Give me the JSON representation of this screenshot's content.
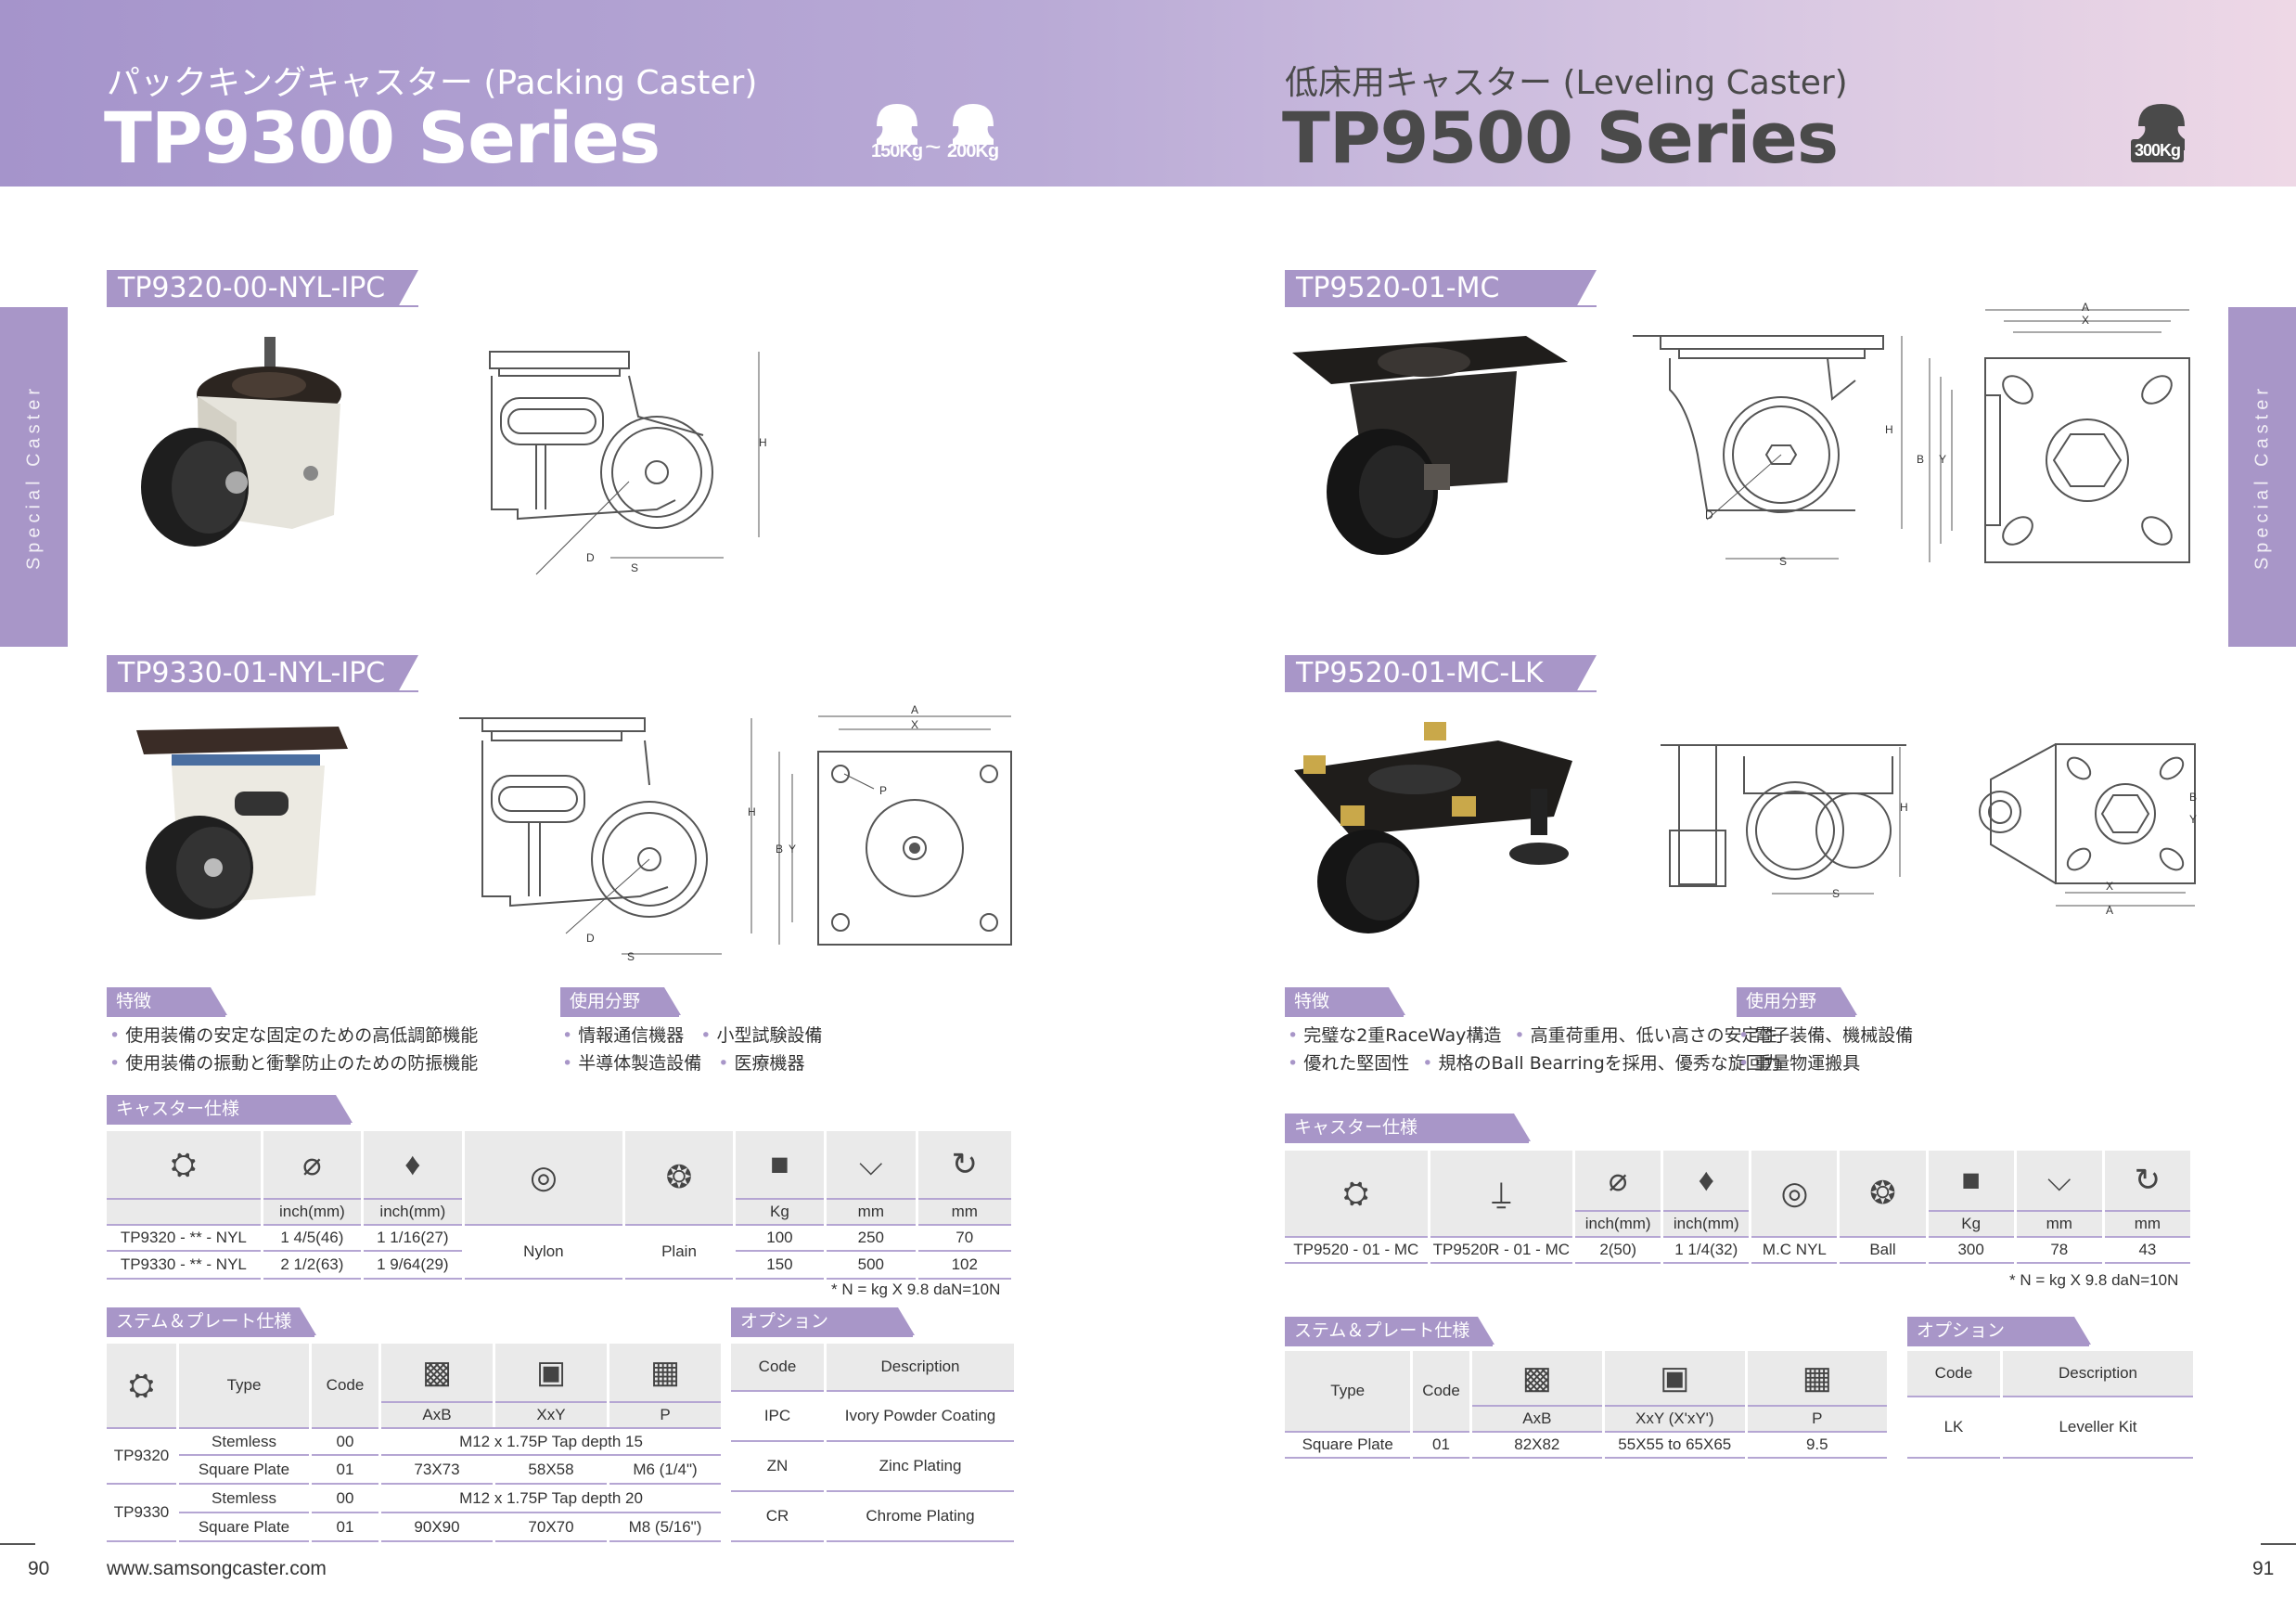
{
  "left": {
    "jp_title": "パックキングキャスター (Packing Caster)",
    "series": "TP9300 Series",
    "weight_from": "150Kg",
    "weight_tilde": "~",
    "weight_to": "200Kg",
    "side_tab": "Special Caster",
    "product1": "TP9320-00-NYL-IPC",
    "product2": "TP9330-01-NYL-IPC",
    "features_label": "特徴",
    "features": [
      "使用装備の安定な固定のための高低調節機能",
      "使用装備の振動と衝撃防止のための防振機能"
    ],
    "usage_label": "使用分野",
    "usage_row1": [
      "情報通信機器",
      "小型試験設備"
    ],
    "usage_row2": [
      "半導体製造設備",
      "医療機器"
    ],
    "caster_spec_label": "キャスター仕様",
    "caster_table": {
      "units": [
        "",
        "inch(mm)",
        "inch(mm)",
        "",
        "",
        "Kg",
        "mm",
        "mm"
      ],
      "rows": [
        [
          "TP9320 - ** - NYL",
          "1 4/5(46)",
          "1  1/16(27)",
          "Nylon",
          "Plain",
          "100",
          "250",
          "70"
        ],
        [
          "TP9330 - ** - NYL",
          "2 1/2(63)",
          "1  9/64(29)",
          "",
          "",
          "150",
          "500",
          "102"
        ]
      ],
      "note": "* N = kg X 9.8  daN=10N"
    },
    "stem_label": "ステム＆プレート仕様",
    "stem_table": {
      "headers": [
        "Type",
        "Code"
      ],
      "sub": [
        "AxB",
        "XxY",
        "P"
      ],
      "group1": "TP9320",
      "group2": "TP9330",
      "rows": [
        [
          "Stemless",
          "00",
          "M12 x 1.75P Tap depth 15"
        ],
        [
          "Square Plate",
          "01",
          "73X73",
          "58X58",
          "M6 (1/4\")"
        ],
        [
          "Stemless",
          "00",
          "M12 x 1.75P Tap depth 20"
        ],
        [
          "Square Plate",
          "01",
          "90X90",
          "70X70",
          "M8 (5/16\")"
        ]
      ]
    },
    "option_label": "オプション",
    "option_table": {
      "headers": [
        "Code",
        "Description"
      ],
      "rows": [
        [
          "IPC",
          "Ivory Powder Coating"
        ],
        [
          "ZN",
          "Zinc Plating"
        ],
        [
          "CR",
          "Chrome Plating"
        ]
      ]
    },
    "page_number": "90",
    "website": "www.samsongcaster.com"
  },
  "right": {
    "jp_title": "低床用キャスター (Leveling Caster)",
    "series": "TP9500 Series",
    "weight": "300Kg",
    "side_tab": "Special Caster",
    "product1": "TP9520-01-MC",
    "product2": "TP9520-01-MC-LK",
    "features_label": "特徴",
    "features_row1": [
      "完璧な2重RaceWay構造",
      "高重荷重用、低い高さの安定性"
    ],
    "features_row2": [
      "優れた堅固性",
      "規格のBall Bearringを採用、優秀な旋回力"
    ],
    "usage_label": "使用分野",
    "usage": [
      "電子装備、機械設備",
      "重量物運搬具"
    ],
    "caster_spec_label": "キャスター仕様",
    "caster_table": {
      "units": [
        "",
        "",
        "inch(mm)",
        "inch(mm)",
        "",
        "",
        "Kg",
        "mm",
        "mm"
      ],
      "row": [
        "TP9520 - 01 - MC",
        "TP9520R - 01 - MC",
        "2(50)",
        "1 1/4(32)",
        "M.C NYL",
        "Ball",
        "300",
        "78",
        "43"
      ],
      "note": "* N = kg X 9.8  daN=10N"
    },
    "stem_label": "ステム＆プレート仕様",
    "stem_table": {
      "headers": [
        "Type",
        "Code"
      ],
      "sub": [
        "AxB",
        "XxY (X'xY')",
        "P"
      ],
      "row": [
        "Square Plate",
        "01",
        "82X82",
        "55X55 to 65X65",
        "9.5"
      ]
    },
    "option_label": "オプション",
    "option_table": {
      "headers": [
        "Code",
        "Description"
      ],
      "row": [
        "LK",
        "Leveller Kit"
      ]
    },
    "page_number": "91"
  },
  "dim_letters": {
    "a": "A",
    "x": "X",
    "y": "Y",
    "b": "B",
    "h": "H",
    "s": "S",
    "d": "D",
    "p": "P"
  },
  "colors": {
    "accent": "#a896c8",
    "table_bg": "#eaeaea",
    "dark_text": "#4a4a4a"
  }
}
